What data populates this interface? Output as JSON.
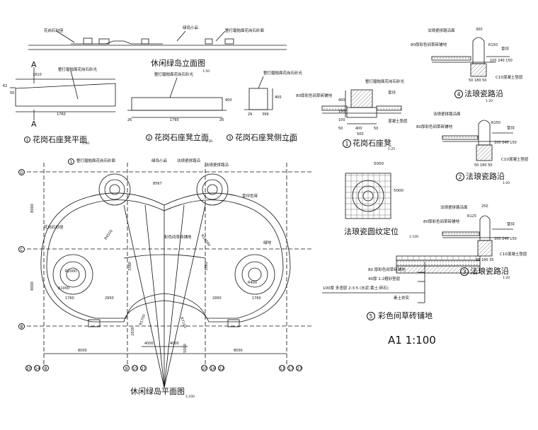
{
  "drawing_sheet": {
    "sheet_label": "A1 1:100"
  },
  "elevation_top": {
    "title": "休闲绿岛立面图",
    "scale": "1:50",
    "label_granite_seat": "花岗石砂座",
    "label_small_bridge": "绿岛小品",
    "label_polished_granite": "整打磨抛面花岗石砂面"
  },
  "detail_1_plan": {
    "title": "花岗石座凳平面",
    "number": "1",
    "scale": "1:30",
    "marker": "A",
    "dim_top": "1810",
    "dim_bottom": "1760",
    "dim_side": "62",
    "dim_side2": "50",
    "label": "整打磨抛面花岗石砂光"
  },
  "detail_2_elev": {
    "title": "花岗石座凳立面",
    "number": "2",
    "scale": "1:30",
    "label": "整打磨抛面花岗石砂光",
    "dim_bottom": "1760",
    "dim_left": "26",
    "dim_right": "26",
    "dim_height": "400"
  },
  "detail_3_side": {
    "title": "花岗石座凳侧立面",
    "number": "3",
    "scale": "1:30",
    "label": "整打磨抛面花岗石砂光",
    "dim_height": "400",
    "dim_a": "29",
    "dim_b": "399"
  },
  "detail_seat_section": {
    "title": "花岗石座凳",
    "number": "1",
    "scale": "1:25",
    "label_grass": "草坪",
    "label_paving": "80厚彩色间草砖铺地",
    "label_concrete": "混凝土垫层",
    "label_top": "整打磨抛面花岗石砂光",
    "dim_width": "500",
    "dim_a": "50",
    "dim_b": "400",
    "dim_c": "50",
    "dim_h1": "400",
    "dim_h2": "150",
    "dim_h3": "100"
  },
  "detail_4_curb": {
    "title": "法琅瓷路沿",
    "number": "4",
    "scale": "1:20",
    "label_top": "法琅瓷拼路沿面",
    "label_paving": "80厚彩色间草砖铺地",
    "label_grass": "草坪",
    "label_concrete": "C10混凝土垫层",
    "dim_300": "300",
    "dim_r": "R150",
    "dims_bottom": "50 180 50",
    "dims_side": "100 240 150"
  },
  "detail_2_curb": {
    "title": "法琅瓷路沿",
    "number": "2",
    "scale": "1:20",
    "label_top": "法琅瓷拼路沿面",
    "label_paving": "80厚彩色间草砖铺地",
    "label_grass": "草坪",
    "label_concrete": "C10混凝土垫层",
    "dim_r": "R150",
    "dims_bottom": "50 180 50",
    "dims_side": "100 240 150"
  },
  "detail_3_curb": {
    "title": "法琅瓷路沿",
    "number": "3",
    "scale": "1:20",
    "label_top": "法琅瓷拼路沿面",
    "label_paving": "80厚彩色间草砖铺地",
    "label_grass": "草坪",
    "label_concrete": "C10混凝土垫层",
    "dim_250": "250",
    "dim_r": "R125",
    "dims_bottom": "35 180 35",
    "dims_side": "100 240 150"
  },
  "pattern_detail": {
    "title": "法琅瓷圆纹定位",
    "scale": "1:100",
    "dim_w": "5000",
    "dim_h": "5000"
  },
  "paving_detail": {
    "title": "彩色间草砖铺地",
    "number": "5",
    "layers": [
      "80 厚彩色间草砖铺地",
      "40厚 1:2粗砂垫层",
      "100厚 多渣层  2:3:5 (水泥:黄土:碎石)",
      "素土夯实"
    ]
  },
  "plan": {
    "title": "休闲绿岛平面图",
    "scale": "1:100",
    "axes_left": [
      "D",
      "C",
      "B"
    ],
    "axes_bottom": [
      "20",
      "14",
      "8",
      "9",
      "15",
      "21",
      "10",
      "16",
      "22",
      "11",
      "17",
      "23"
    ],
    "dims_left": [
      "8000",
      "8000"
    ],
    "dims_bottom": [
      "8000",
      "8000"
    ],
    "dims_mid": [
      "4000",
      "4000",
      "2950",
      "2950",
      "1760",
      "1760",
      "2030",
      "5000",
      "3380",
      "3380",
      "8567"
    ],
    "radii": [
      "R4500",
      "R14000",
      "R2000",
      "R5700",
      "R7100",
      "R1000",
      "R400"
    ],
    "labels": {
      "polished_granite": "整打磨抛面花岗石砂面",
      "curb": "法琅瓷拼路沿",
      "seat": "绿岛小品",
      "paving": "彩色间草砖铺地",
      "grass": "草坪色带",
      "tree": "绿地",
      "granite_seat": "花岗石砂座",
      "curb2": "法琅瓷拼路沿"
    }
  }
}
